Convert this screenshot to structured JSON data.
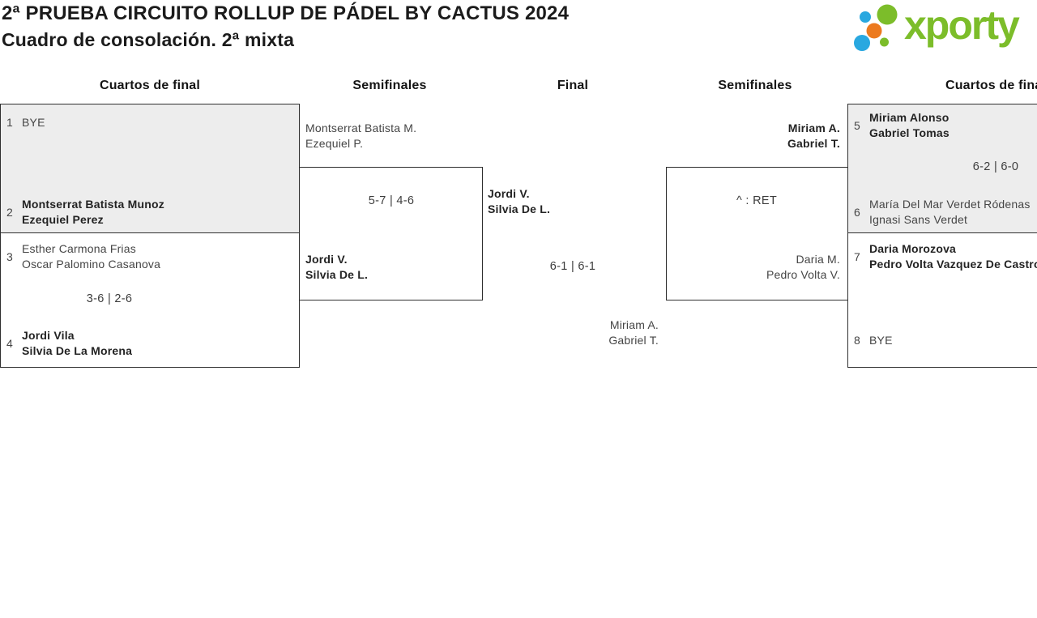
{
  "page": {
    "title_line1": "2ª PRUEBA CIRCUITO ROLLUP DE PÁDEL BY CACTUS 2024",
    "title_line2": "Cuadro de consolación. 2ª mixta"
  },
  "logo": {
    "text": "xporty",
    "green": "#7CBD2A",
    "blue": "#29A8E0",
    "orange": "#EC7A1E"
  },
  "colors": {
    "box_border": "#2f2f2f",
    "shaded_box_bg": "#ededed",
    "winner_text": "#232323",
    "loser_text": "#454545"
  },
  "round_headers": {
    "qf_left": "Cuartos de final",
    "sf_left": "Semifinales",
    "final": "Final",
    "sf_right": "Semifinales",
    "qf_right": "Cuartos de final"
  },
  "bracket": {
    "qf1": {
      "seed_top": "1",
      "team_top": [
        "BYE"
      ],
      "seed_bottom": "2",
      "team_bottom": [
        "Montserrat Batista Munoz",
        "Ezequiel Perez"
      ]
    },
    "qf2": {
      "seed_top": "3",
      "team_top": [
        "Esther Carmona Frias",
        "Oscar Palomino Casanova"
      ],
      "score": "3-6 | 2-6",
      "seed_bottom": "4",
      "team_bottom": [
        "Jordi Vila",
        "Silvia De La Morena"
      ]
    },
    "sf_left": {
      "team_top": [
        "Montserrat Batista M.",
        "Ezequiel P."
      ],
      "score": "5-7 | 4-6",
      "team_bottom": [
        "Jordi V.",
        "Silvia De L."
      ]
    },
    "final": {
      "team_top": [
        "Jordi V.",
        "Silvia De L."
      ],
      "score": "6-1 | 6-1",
      "team_bottom": [
        "Miriam A.",
        "Gabriel T."
      ]
    },
    "sf_right": {
      "team_top": [
        "Miriam A.",
        "Gabriel T."
      ],
      "score": "^ : RET",
      "team_bottom": [
        "Daria M.",
        "Pedro Volta V."
      ]
    },
    "qf3": {
      "seed_top": "5",
      "team_top": [
        "Miriam Alonso",
        "Gabriel Tomas"
      ],
      "score": "6-2 | 6-0",
      "seed_bottom": "6",
      "team_bottom": [
        "María Del Mar Verdet Ródenas",
        "Ignasi Sans Verdet"
      ]
    },
    "qf4": {
      "seed_top": "7",
      "team_top": [
        "Daria Morozova",
        "Pedro Volta Vazquez De Castro"
      ],
      "seed_bottom": "8",
      "team_bottom": [
        "BYE"
      ]
    }
  }
}
